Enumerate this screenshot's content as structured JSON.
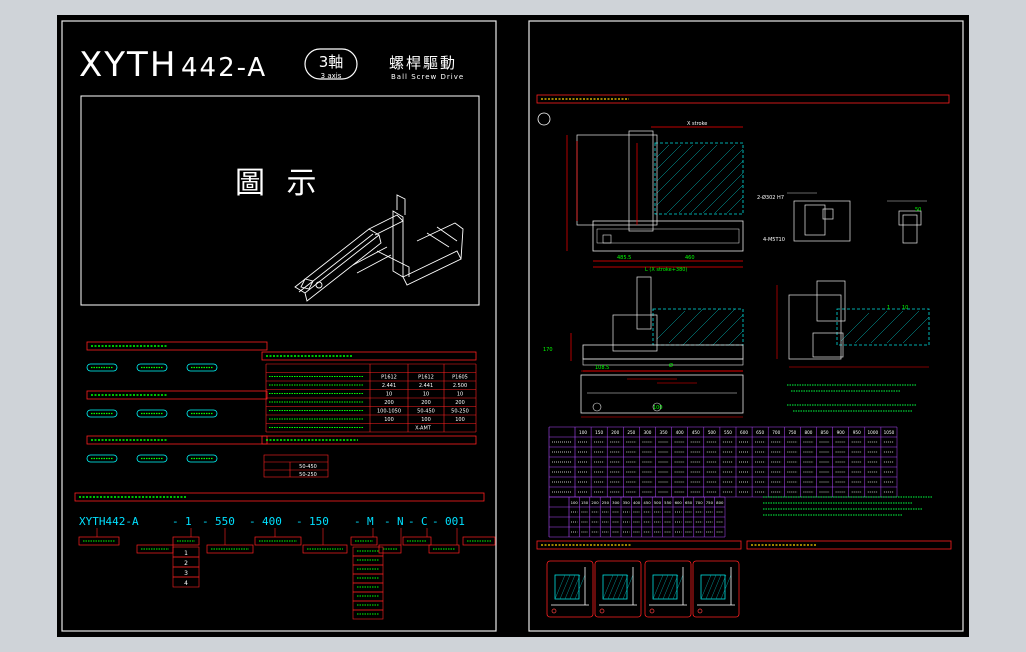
{
  "left_sheet": {
    "model": "XYTH",
    "model_suffix": "442-A",
    "axis_badge_top": "3軸",
    "axis_badge_bottom": "3 axis",
    "drive_cn": "螺桿驅動",
    "drive_en": "Ball Screw Drive",
    "figure_label": "圖 示",
    "order_code_parts": [
      "XYTH442-A",
      "1",
      "550",
      "400",
      "150",
      "M",
      "N",
      "C",
      "001"
    ],
    "order_code_separators": [
      "-",
      "-",
      "-",
      "-",
      "-",
      "-",
      "-",
      "-"
    ],
    "order_sub_small": [
      "1",
      "2",
      "3",
      "4"
    ],
    "spec_values": [
      [
        "P1612",
        "P1612",
        "P1605"
      ],
      [
        "2.441",
        "2.441",
        "2.500"
      ],
      [
        "10",
        "10",
        "10"
      ],
      [
        "200",
        "200",
        "200"
      ],
      [
        "100-1050",
        "50-450",
        "50-250"
      ],
      [
        "100",
        "100",
        "100"
      ]
    ],
    "spec_last_row": "X-AMT",
    "payload_rows": [
      [
        "50-450"
      ],
      [
        "50-250"
      ]
    ]
  },
  "right_sheet": {
    "annotations": {
      "x_stroke": "X stroke",
      "dim_485": "485.5",
      "dim_460": "460",
      "l_formula": "L (X stroke+380)",
      "note_2": "2-Ø302 H7",
      "note_4": "4-M5T10",
      "dim_1": "1",
      "dim_10": "10",
      "dim_50": "50",
      "dim_170": "170",
      "dim_108": "108.5",
      "dim_100": "100",
      "dim_phi": "Ø"
    },
    "table_header": [
      "100",
      "150",
      "200",
      "250",
      "300",
      "350",
      "400",
      "450",
      "500",
      "550",
      "600",
      "650",
      "700",
      "750",
      "800",
      "850",
      "900",
      "950",
      "1000",
      "1050"
    ],
    "table_header2": [
      "100",
      "150",
      "200",
      "250",
      "300",
      "350",
      "400",
      "450",
      "500",
      "550",
      "600",
      "650",
      "700",
      "750",
      "800"
    ]
  }
}
